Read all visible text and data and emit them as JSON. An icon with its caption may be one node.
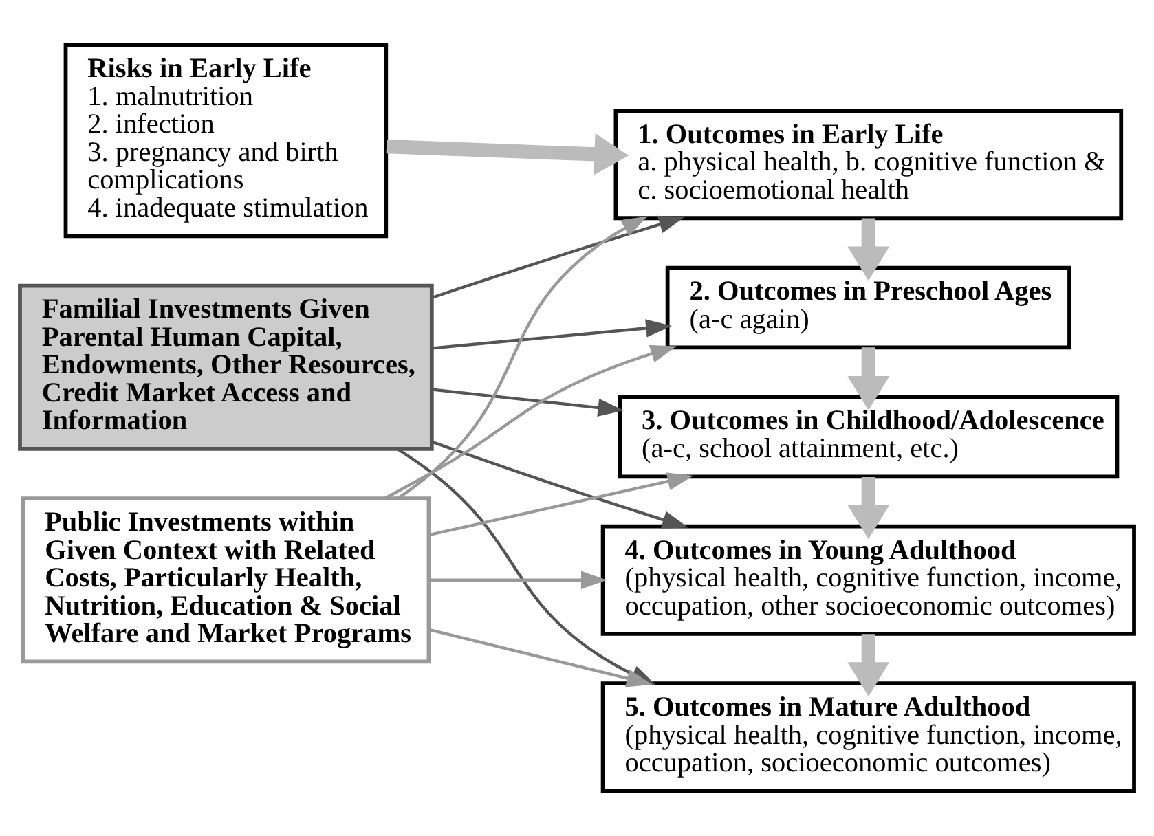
{
  "diagram": {
    "nodes": [
      {
        "text": [
          "Risks in Early Life",
          "1. malnutrition",
          "2. infection",
          "3. pregnancy and birth complications",
          "4. inadequate stimulation"
        ]
      },
      {
        "text": [
          "Familial Investments Given Parental Human Capital, Endowments, Other Resources, Credit Market Access and Information"
        ]
      },
      {
        "text": [
          "Public Investments within Given Context with Related Costs, Particularly Health, Nutrition, Education & Social Welfare and Market Programs"
        ]
      },
      {
        "text": [
          "1. Outcomes in Early Life",
          "a. physical health, b. cognitive function & c. socioemotional health"
        ]
      },
      {
        "text": [
          "2. Outcomes in Preschool Ages",
          "(a-c again)"
        ]
      },
      {
        "text": [
          "3. Outcomes in Childhood/Adolescence",
          "(a-c, school attainment, etc.)"
        ]
      },
      {
        "text": [
          "4. Outcomes in Young Adulthood",
          "(physical health, cognitive function, income, occupation, other socioeconomic outcomes)"
        ]
      },
      {
        "text": [
          "5. Outcomes in Mature Adulthood",
          "(physical health, cognitive function, income, occupation, socioeconomic outcomes)"
        ]
      }
    ],
    "edges": [
      {
        "from": 0,
        "to": 3,
        "arrow": "to",
        "style": "thick",
        "color": "#bbbbbb"
      },
      {
        "from": 3,
        "to": 4,
        "arrow": "to",
        "style": "thick",
        "color": "#bbbbbb"
      },
      {
        "from": 4,
        "to": 5,
        "arrow": "to",
        "style": "thick",
        "color": "#bbbbbb"
      },
      {
        "from": 5,
        "to": 6,
        "arrow": "to",
        "style": "thick",
        "color": "#bbbbbb"
      },
      {
        "from": 6,
        "to": 7,
        "arrow": "to",
        "style": "thick",
        "color": "#bbbbbb"
      },
      {
        "from": 1,
        "to": 3,
        "arrow": "to",
        "color": "#555555"
      },
      {
        "from": 1,
        "to": 4,
        "arrow": "to",
        "color": "#555555"
      },
      {
        "from": 1,
        "to": 5,
        "arrow": "to",
        "color": "#555555"
      },
      {
        "from": 1,
        "to": 6,
        "arrow": "to",
        "color": "#555555"
      },
      {
        "from": 1,
        "to": 7,
        "arrow": "to",
        "color": "#555555"
      },
      {
        "from": 2,
        "to": 3,
        "arrow": "to",
        "color": "#999999"
      },
      {
        "from": 2,
        "to": 4,
        "arrow": "to",
        "color": "#999999"
      },
      {
        "from": 2,
        "to": 5,
        "arrow": "to",
        "color": "#999999"
      },
      {
        "from": 2,
        "to": 6,
        "arrow": "to",
        "color": "#999999"
      },
      {
        "from": 2,
        "to": 7,
        "arrow": "to",
        "color": "#999999"
      }
    ]
  }
}
